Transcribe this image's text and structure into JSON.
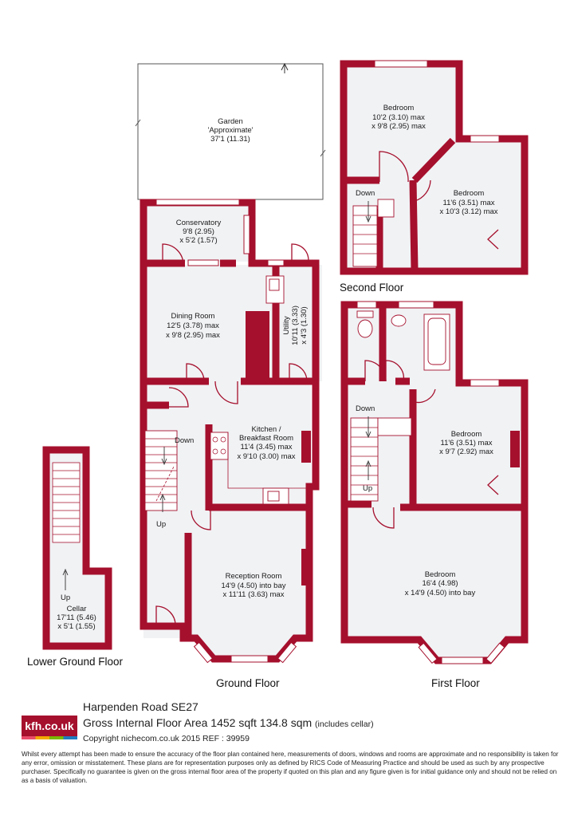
{
  "floors": {
    "lower_ground": "Lower Ground Floor",
    "ground": "Ground Floor",
    "first": "First Floor",
    "second": "Second Floor"
  },
  "rooms": {
    "garden": [
      "Garden",
      "'Approximate'",
      "37'1 (11.31)"
    ],
    "conservatory": [
      "Conservatory",
      "9'8 (2.95)",
      "x 5'2 (1.57)"
    ],
    "dining": [
      "Dining Room",
      "12'5 (3.78) max",
      "x 9'8 (2.95) max"
    ],
    "utility": [
      "Utility",
      "10'11 (3.33)",
      "x 4'3 (1.30)"
    ],
    "kitchen": [
      "Kitchen /",
      "Breakfast Room",
      "11'4 (3.45) max",
      "x 9'10 (3.00) max"
    ],
    "reception": [
      "Reception Room",
      "14'9 (4.50) into bay",
      "x 11'11 (3.63) max"
    ],
    "cellar": [
      "Cellar",
      "17'11 (5.46)",
      "x 5'1 (1.55)"
    ],
    "bedroom_2a": [
      "Bedroom",
      "10'2 (3.10) max",
      "x 9'8 (2.95) max"
    ],
    "bedroom_2b": [
      "Bedroom",
      "11'6 (3.51) max",
      "x 10'3 (3.12) max"
    ],
    "bedroom_1a": [
      "Bedroom",
      "11'6 (3.51) max",
      "x 9'7 (2.92) max"
    ],
    "bedroom_1b": [
      "Bedroom",
      "16'4 (4.98)",
      "x 14'9 (4.50) into bay"
    ]
  },
  "stairs": {
    "down": "Down",
    "up": "Up"
  },
  "footer": {
    "logo": "kfh.co.uk",
    "title": "Harpenden Road SE27",
    "area": "Gross Internal Floor Area 1452 sqft 134.8 sqm",
    "area_note": "(includes cellar)",
    "copyright": "Copyright nichecom.co.uk 2015 REF : 39959",
    "disclaimer": "Whilst every attempt has been made to ensure the accuracy of the floor plan contained here, measurements of doors, windows and rooms are approximate and no responsibility is taken for any error, omission or misstatement.  These plans are for representation purposes only as defined by RICS Code of Measuring Practice and should be used as such by any prospective purchaser.  Specifically no guarantee is given on the gross internal floor area of the property if quoted on this plan and any figure given is for initial guidance only and should not be relied on as a basis of valuation."
  },
  "colors": {
    "wall": "#a5102d",
    "floor": "#f1f2f4"
  }
}
